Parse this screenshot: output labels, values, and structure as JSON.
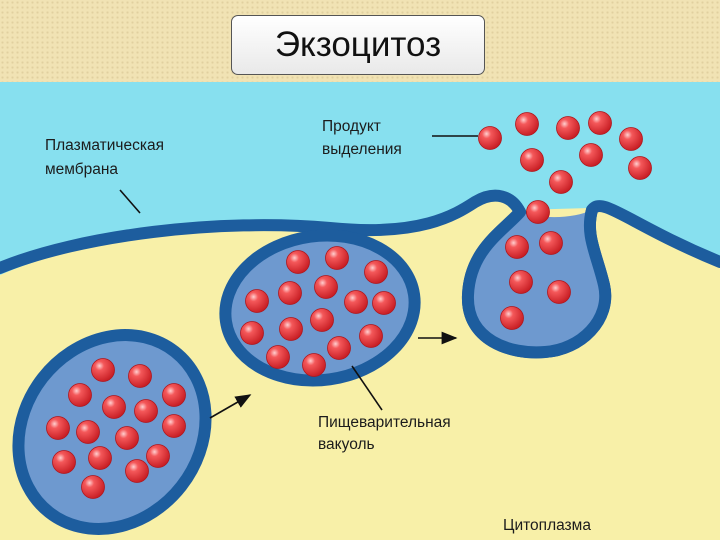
{
  "title": "Экзоцитоз",
  "labels": {
    "membrane": [
      "Плазматическая",
      "мембрана"
    ],
    "product": [
      "Продукт",
      "выделения"
    ],
    "vacuole": [
      "Пищеварительная",
      "вакуоль"
    ],
    "cytoplasm": "Цитоплазма"
  },
  "colors": {
    "header_bg": "#f1e3b4",
    "extracellular": "#87e0ef",
    "cytoplasm": "#f8f0a8",
    "membrane": "#1d5d9e",
    "vacuole_fill": "#6e99cf",
    "granule": "#e5373b"
  }
}
